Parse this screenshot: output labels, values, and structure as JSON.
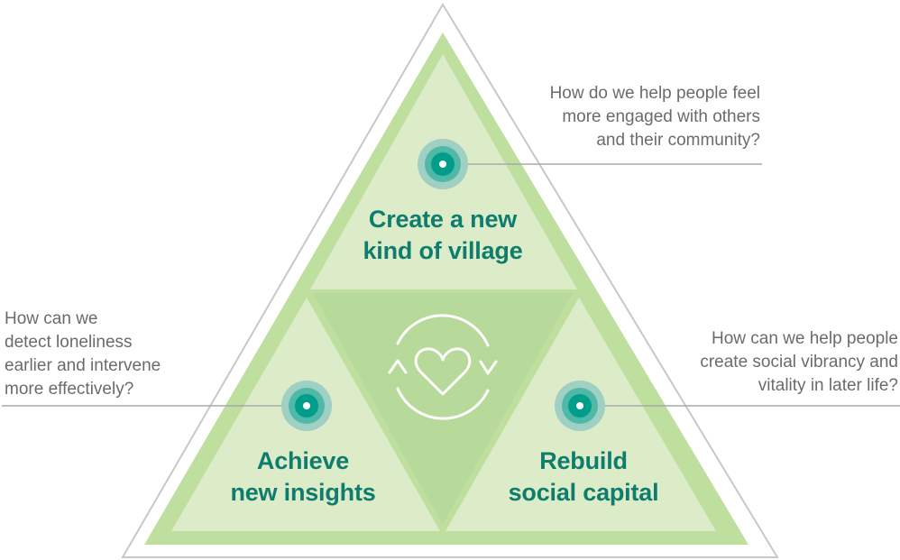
{
  "segments": {
    "top": {
      "title_lines": [
        "Create a new",
        "kind of village"
      ],
      "question_lines": [
        "How do we help people feel",
        "more engaged with others",
        "and their community?"
      ]
    },
    "left": {
      "title_lines": [
        "Achieve",
        "new insights"
      ],
      "question_lines": [
        "How can we",
        "detect loneliness",
        "earlier and intervene",
        "more effectively?"
      ]
    },
    "right": {
      "title_lines": [
        "Rebuild",
        "social capital"
      ],
      "question_lines": [
        "How can we help people",
        "create social vibrancy and",
        "vitality in later life?"
      ]
    }
  },
  "center": {
    "icon": "heart-cycle-icon"
  },
  "colors": {
    "title_text": "#0f7d6d",
    "question_text": "#6b6b6b",
    "outer_border": "#c8c8c8",
    "triangle_frame": "#bfdf9f",
    "segment_fill": "#dcebc8",
    "center_fill": "#b7d99a",
    "marker_outer": "#9fd0c3",
    "marker_mid": "#4fb8a6",
    "marker_inner": "#009e8a",
    "connector_line": "#a9a9a9"
  }
}
